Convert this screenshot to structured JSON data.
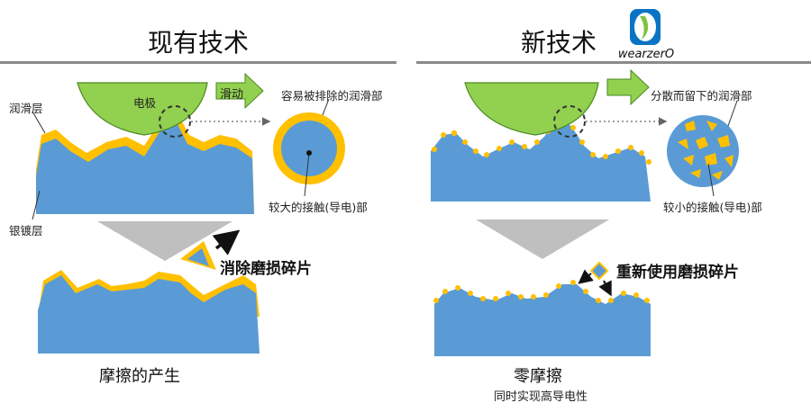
{
  "left_panel": {
    "title": "现有技术",
    "electrode_label": "电极",
    "sliding_label": "滑动",
    "lubricant_layer_label": "润滑层",
    "silver_layer_label": "银镀层",
    "removed_lubricant_label": "容易被排除的润滑部",
    "large_contact_label": "较大的接触(导电)部",
    "remove_debris_label": "消除磨损碎片",
    "result_label": "摩擦的产生"
  },
  "right_panel": {
    "title": "新技术",
    "logo_text": "wearzerO",
    "dispersed_lubricant_label": "分散而留下的润滑部",
    "small_contact_label": "较小的接触(导电)部",
    "reuse_debris_label": "重新使用磨损碎片",
    "result_label": "零摩擦",
    "result_sub_label": "同时实现高导电性"
  },
  "colors": {
    "silver": "#5b9bd5",
    "lubricant": "#ffc000",
    "electrode": "#92d050",
    "arrow_gray": "#bfbfbf"
  }
}
